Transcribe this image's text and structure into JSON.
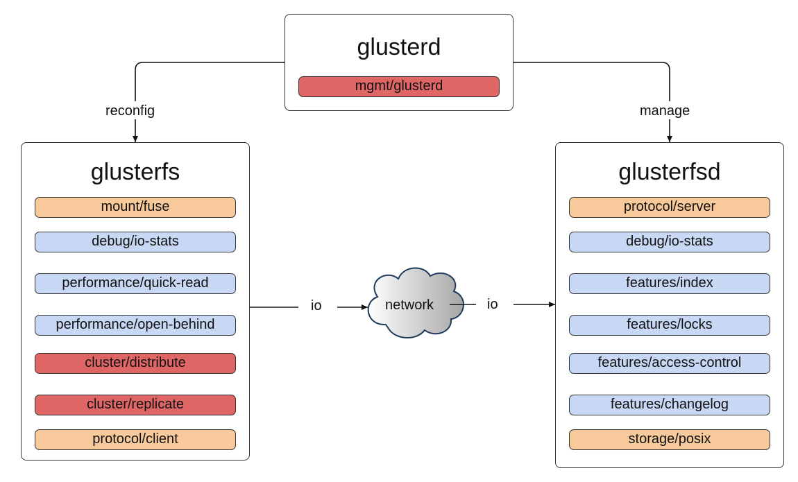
{
  "colors": {
    "orange": "#f8c99a",
    "blue": "#c8d8f4",
    "red": "#e06666",
    "border": "#333333",
    "cloud_dark": "#a6a6a6",
    "cloud_light": "#ffffff"
  },
  "glusterd": {
    "title": "glusterd",
    "layers": [
      {
        "label": "mgmt/glusterd",
        "color": "red"
      }
    ]
  },
  "glusterfs": {
    "title": "glusterfs",
    "layers": [
      {
        "label": "mount/fuse",
        "color": "orange"
      },
      {
        "label": "debug/io-stats",
        "color": "blue"
      },
      {
        "label": "performance/quick-read",
        "color": "blue"
      },
      {
        "label": "performance/open-behind",
        "color": "blue"
      },
      {
        "label": "cluster/distribute",
        "color": "red"
      },
      {
        "label": "cluster/replicate",
        "color": "red"
      },
      {
        "label": "protocol/client",
        "color": "orange"
      }
    ]
  },
  "glusterfsd": {
    "title": "glusterfsd",
    "layers": [
      {
        "label": "protocol/server",
        "color": "orange"
      },
      {
        "label": "debug/io-stats",
        "color": "blue"
      },
      {
        "label": "features/index",
        "color": "blue"
      },
      {
        "label": "features/locks",
        "color": "blue"
      },
      {
        "label": "features/access-control",
        "color": "blue"
      },
      {
        "label": "features/changelog",
        "color": "blue"
      },
      {
        "label": "storage/posix",
        "color": "orange"
      }
    ]
  },
  "edges": {
    "reconfig": "reconfig",
    "manage": "manage",
    "io_left": "io",
    "io_right": "io",
    "network": "network"
  }
}
